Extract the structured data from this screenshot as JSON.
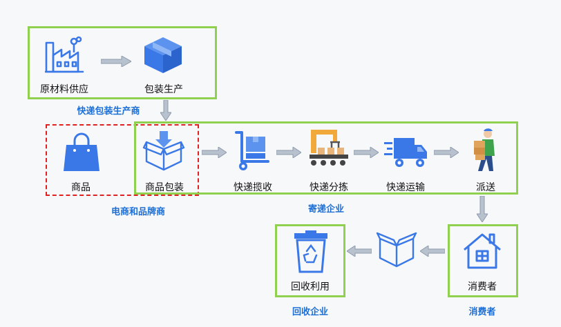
{
  "nodes": {
    "raw_material": "原材料供应",
    "packaging_production": "包装生产",
    "goods": "商品",
    "goods_packaging": "商品包装",
    "pickup": "快递揽收",
    "sorting": "快递分拣",
    "transport": "快递运输",
    "delivery": "派送",
    "consumer": "消费者",
    "recycling": "回收利用"
  },
  "groups": {
    "producer": "快递包装生产商",
    "ecommerce": "电商和品牌商",
    "courier": "寄递企业",
    "consumer": "消费者",
    "recycler": "回收企业"
  },
  "colors": {
    "icon_blue": "#3b78e7",
    "green_border": "#8fd14f",
    "red_dashed": "#e02020",
    "group_text": "#1d6fd6",
    "arrow_gray": "#b8c2cf"
  },
  "icons": {
    "raw_material": "factory-icon",
    "packaging_production": "box-icon",
    "goods": "shopping-bag-icon",
    "goods_packaging": "open-box-icon",
    "pickup": "hand-truck-icon",
    "sorting": "robot-arm-icon",
    "transport": "delivery-truck-icon",
    "delivery": "courier-icon",
    "consumer": "house-icon",
    "recycling": "recycle-bin-icon",
    "return": "open-box-icon"
  }
}
